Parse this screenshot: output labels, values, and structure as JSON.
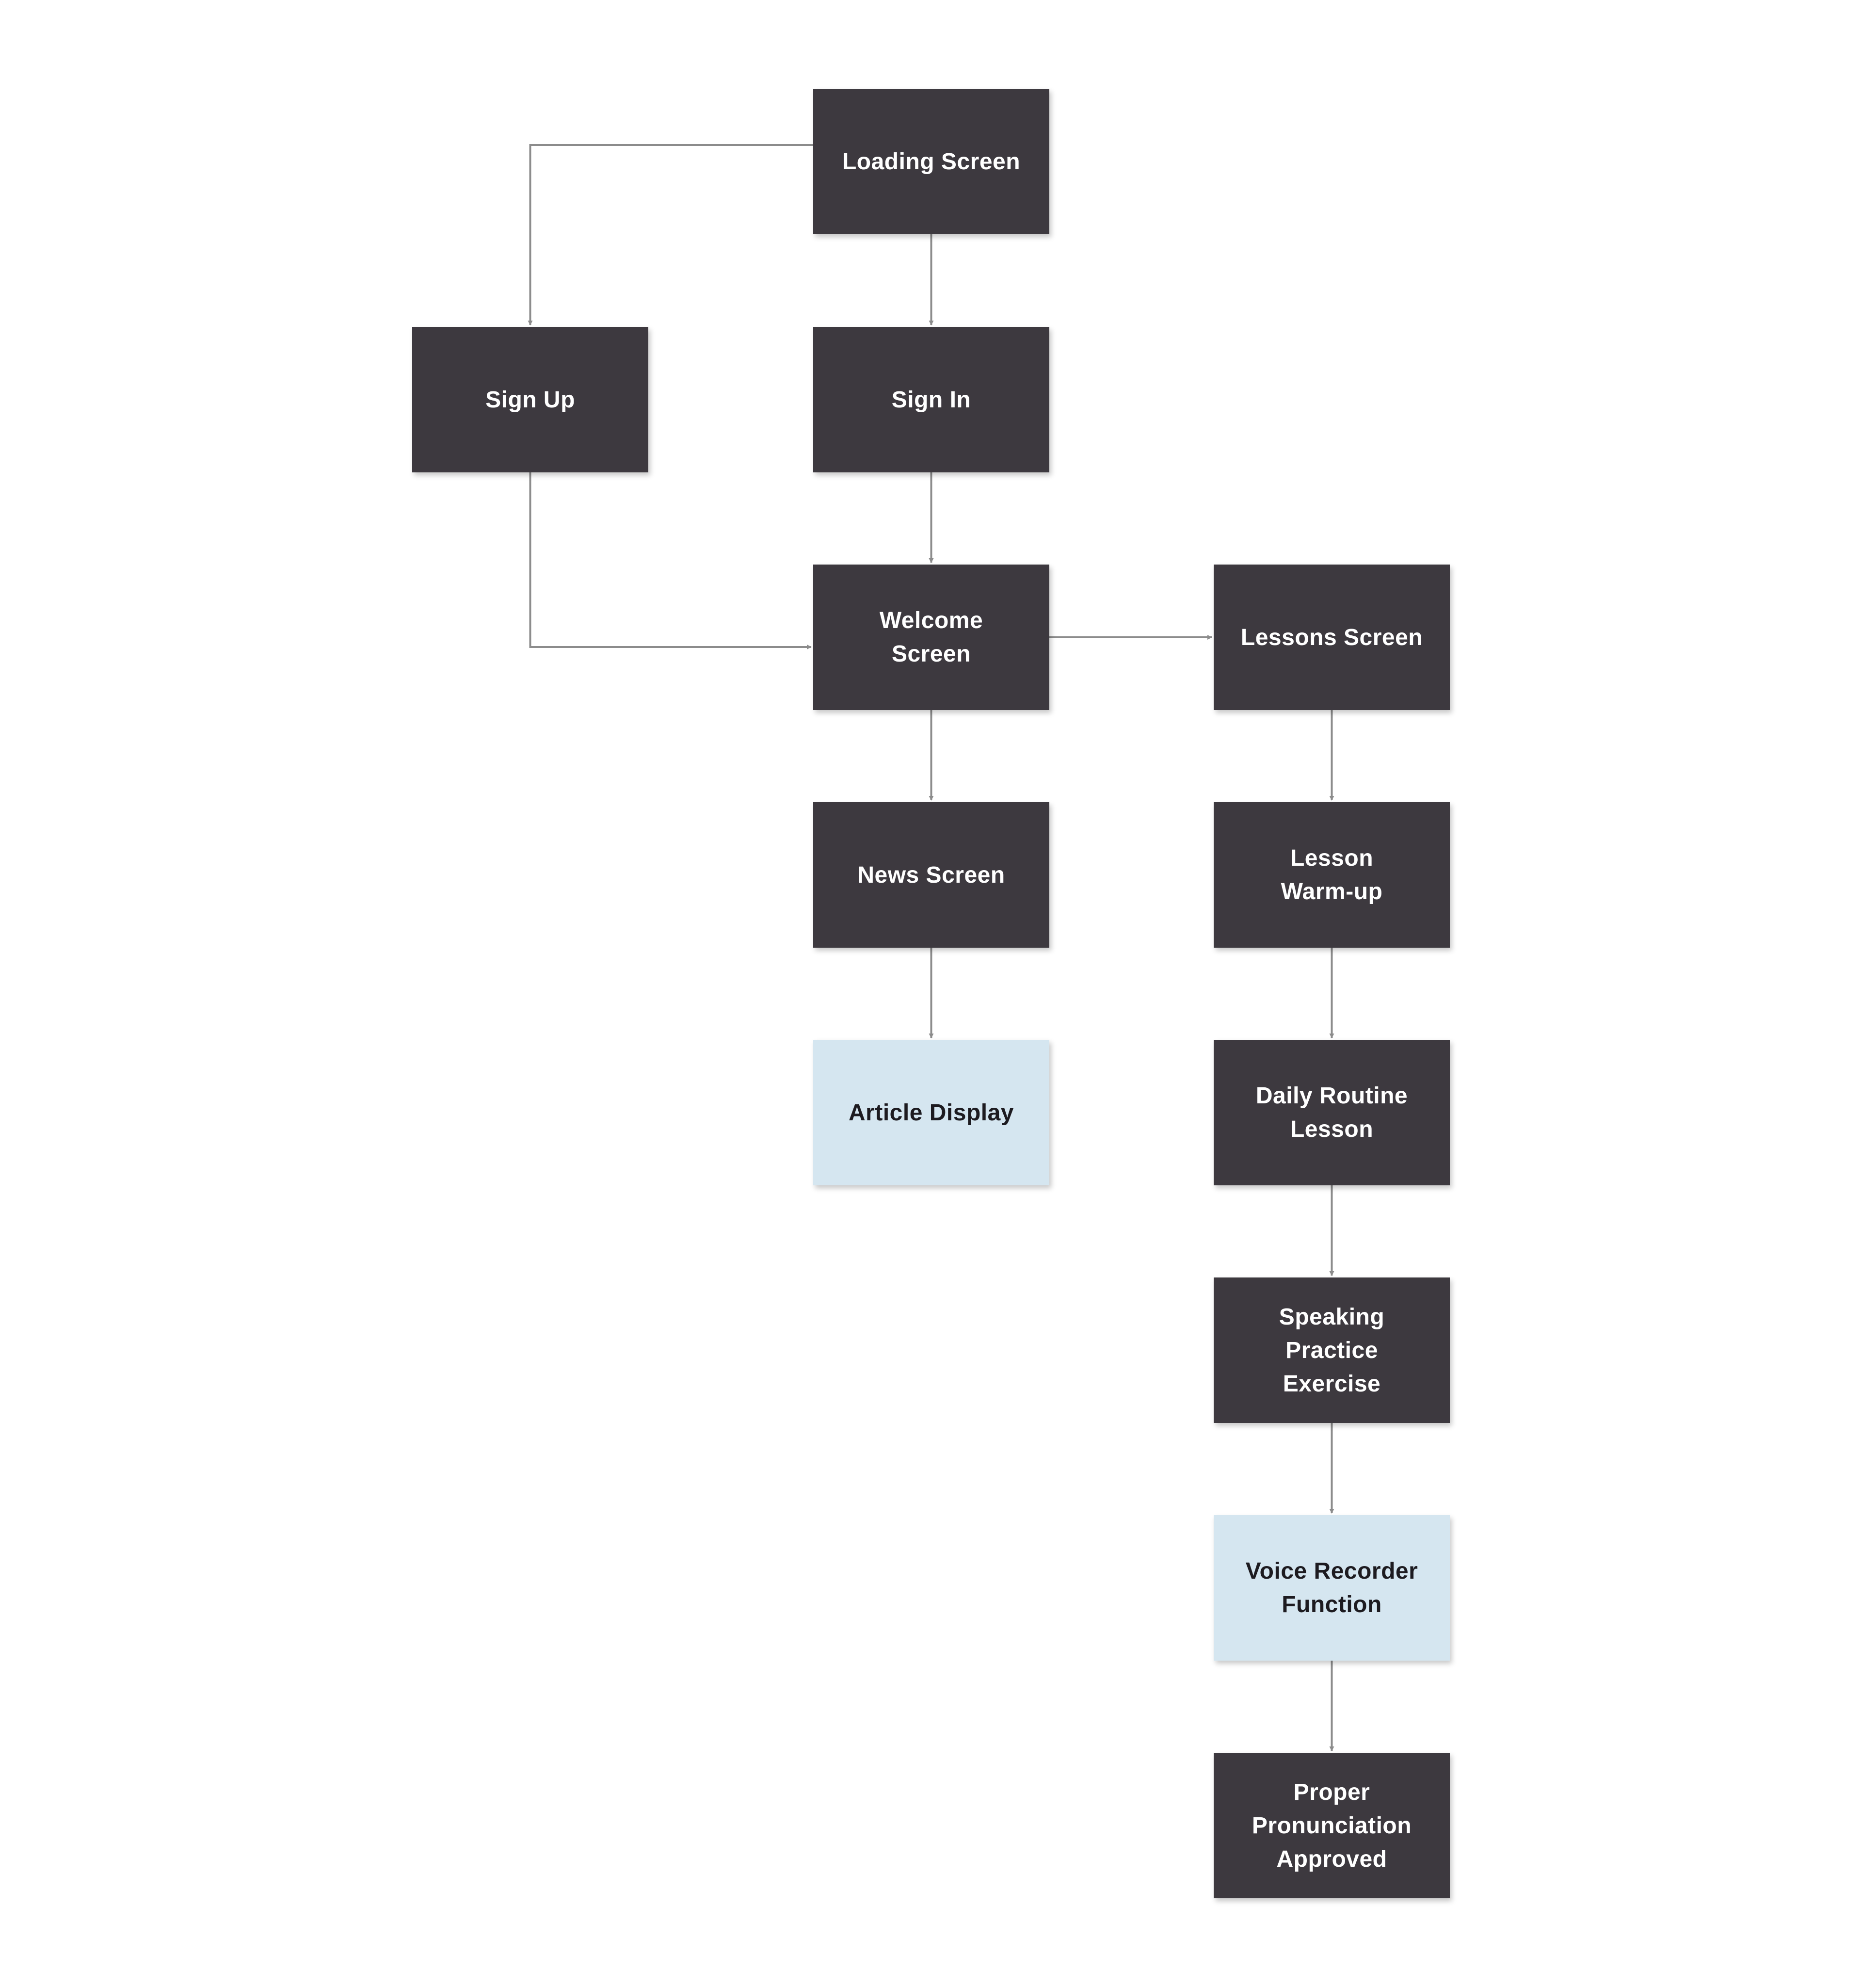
{
  "diagram": {
    "nodes": [
      {
        "id": "loading",
        "label": "Loading Screen",
        "style": "dark"
      },
      {
        "id": "signup",
        "label": "Sign Up",
        "style": "dark"
      },
      {
        "id": "signin",
        "label": "Sign In",
        "style": "dark"
      },
      {
        "id": "welcome",
        "label": "Welcome\nScreen",
        "style": "dark"
      },
      {
        "id": "lessons",
        "label": "Lessons Screen",
        "style": "dark"
      },
      {
        "id": "news",
        "label": "News Screen",
        "style": "dark"
      },
      {
        "id": "warmup",
        "label": "Lesson\nWarm-up",
        "style": "dark"
      },
      {
        "id": "article",
        "label": "Article Display",
        "style": "light"
      },
      {
        "id": "daily",
        "label": "Daily Routine\nLesson",
        "style": "dark"
      },
      {
        "id": "speaking",
        "label": "Speaking\nPractice\nExercise",
        "style": "dark"
      },
      {
        "id": "voice",
        "label": "Voice Recorder\nFunction",
        "style": "light"
      },
      {
        "id": "proper",
        "label": "Proper\nPronunciation\nApproved",
        "style": "dark"
      }
    ],
    "edges": [
      {
        "from": "loading",
        "to": "signup"
      },
      {
        "from": "loading",
        "to": "signin"
      },
      {
        "from": "signin",
        "to": "welcome"
      },
      {
        "from": "signup",
        "to": "welcome"
      },
      {
        "from": "welcome",
        "to": "lessons"
      },
      {
        "from": "welcome",
        "to": "news"
      },
      {
        "from": "news",
        "to": "article"
      },
      {
        "from": "lessons",
        "to": "warmup"
      },
      {
        "from": "warmup",
        "to": "daily"
      },
      {
        "from": "daily",
        "to": "speaking"
      },
      {
        "from": "speaking",
        "to": "voice"
      },
      {
        "from": "voice",
        "to": "proper"
      }
    ]
  },
  "colors": {
    "dark_node": "#3d393f",
    "light_node": "#d5e6f0",
    "connector": "#8c8c8c"
  }
}
